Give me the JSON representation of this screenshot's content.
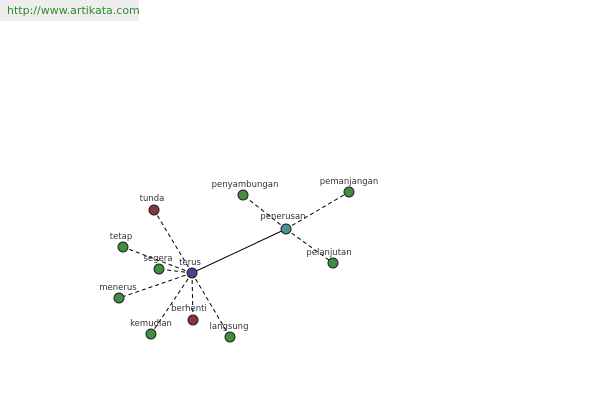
{
  "header": {
    "url": "http://www.artikata.com"
  },
  "colors": {
    "hub_primary": "#3b4a8f",
    "hub_secondary": "#4f8f98",
    "synonym": "#3f8f3f",
    "antonym": "#8a3636"
  },
  "graph": {
    "nodes": [
      {
        "id": "terus",
        "label": "terus",
        "kind": "hub_primary"
      },
      {
        "id": "penerusan",
        "label": "penerusan",
        "kind": "hub_secondary"
      },
      {
        "id": "penyambungan",
        "label": "penyambungan",
        "kind": "synonym"
      },
      {
        "id": "pemanjangan",
        "label": "pemanjangan",
        "kind": "synonym"
      },
      {
        "id": "pelanjutan",
        "label": "pelanjutan",
        "kind": "synonym"
      },
      {
        "id": "tunda",
        "label": "tunda",
        "kind": "antonym"
      },
      {
        "id": "tetap",
        "label": "tetap",
        "kind": "synonym"
      },
      {
        "id": "segera",
        "label": "segera",
        "kind": "synonym"
      },
      {
        "id": "menerus",
        "label": "menerus",
        "kind": "synonym"
      },
      {
        "id": "kemudian",
        "label": "kemudian",
        "kind": "synonym"
      },
      {
        "id": "berhenti",
        "label": "berhenti",
        "kind": "antonym"
      },
      {
        "id": "langsung",
        "label": "langsung",
        "kind": "synonym"
      }
    ],
    "edges": [
      {
        "from": "terus",
        "to": "penerusan",
        "style": "solid"
      },
      {
        "from": "penerusan",
        "to": "penyambungan",
        "style": "dashed"
      },
      {
        "from": "penerusan",
        "to": "pemanjangan",
        "style": "dashed"
      },
      {
        "from": "penerusan",
        "to": "pelanjutan",
        "style": "dashed"
      },
      {
        "from": "terus",
        "to": "tunda",
        "style": "dashed"
      },
      {
        "from": "terus",
        "to": "tetap",
        "style": "dashed"
      },
      {
        "from": "terus",
        "to": "segera",
        "style": "dashed"
      },
      {
        "from": "terus",
        "to": "menerus",
        "style": "dashed"
      },
      {
        "from": "terus",
        "to": "kemudian",
        "style": "dashed"
      },
      {
        "from": "terus",
        "to": "berhenti",
        "style": "dashed"
      },
      {
        "from": "terus",
        "to": "langsung",
        "style": "dashed"
      }
    ]
  }
}
